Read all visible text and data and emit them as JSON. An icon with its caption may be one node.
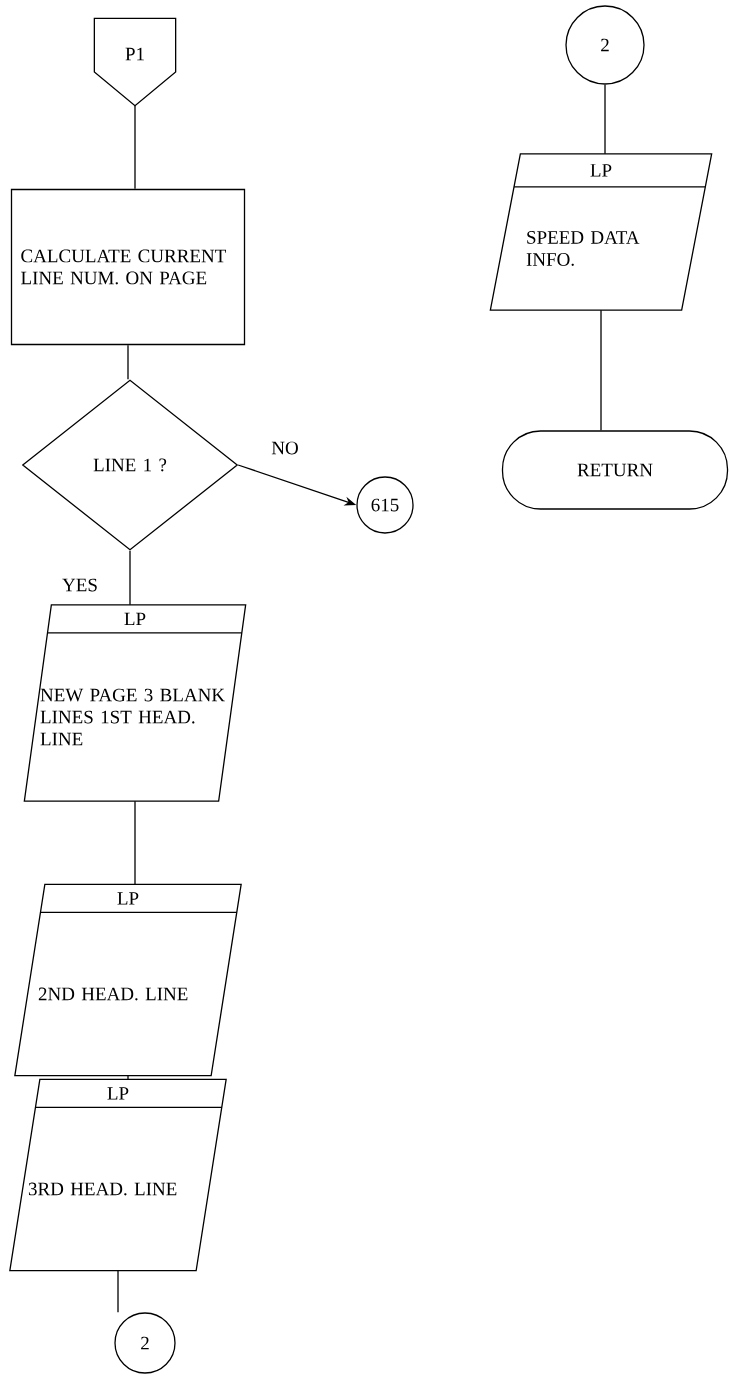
{
  "diagram": {
    "nodes": [
      {
        "text": [
          "P1"
        ]
      },
      {
        "text": [
          "CALCULATE CURRENT LINE NUM. ON PAGE"
        ]
      },
      {
        "text": [
          "LINE 1 ?"
        ]
      },
      {
        "text": [
          "615"
        ]
      },
      {
        "text": [
          "LP",
          "NEW PAGE 3 BLANK LINES 1ST HEAD. LINE"
        ]
      },
      {
        "text": [
          "LP",
          "2ND HEAD. LINE"
        ]
      },
      {
        "text": [
          "LP",
          "3RD HEAD. LINE"
        ]
      },
      {
        "text": [
          "2"
        ]
      },
      {
        "text": [
          "2"
        ]
      },
      {
        "text": [
          "LP",
          "SPEED DATA INFO."
        ]
      },
      {
        "text": [
          "RETURN"
        ]
      }
    ],
    "edges": [
      {
        "from": 0,
        "to": 1,
        "arrow": "none"
      },
      {
        "from": 1,
        "to": 2,
        "arrow": "none"
      },
      {
        "from": 2,
        "to": 3,
        "arrow": "to",
        "label": "NO"
      },
      {
        "from": 2,
        "to": 4,
        "arrow": "none",
        "label": "YES"
      },
      {
        "from": 4,
        "to": 5,
        "arrow": "none"
      },
      {
        "from": 5,
        "to": 6,
        "arrow": "none"
      },
      {
        "from": 6,
        "to": 7,
        "arrow": "none"
      },
      {
        "from": 8,
        "to": 9,
        "arrow": "none"
      },
      {
        "from": 9,
        "to": 10,
        "arrow": "none"
      }
    ]
  }
}
